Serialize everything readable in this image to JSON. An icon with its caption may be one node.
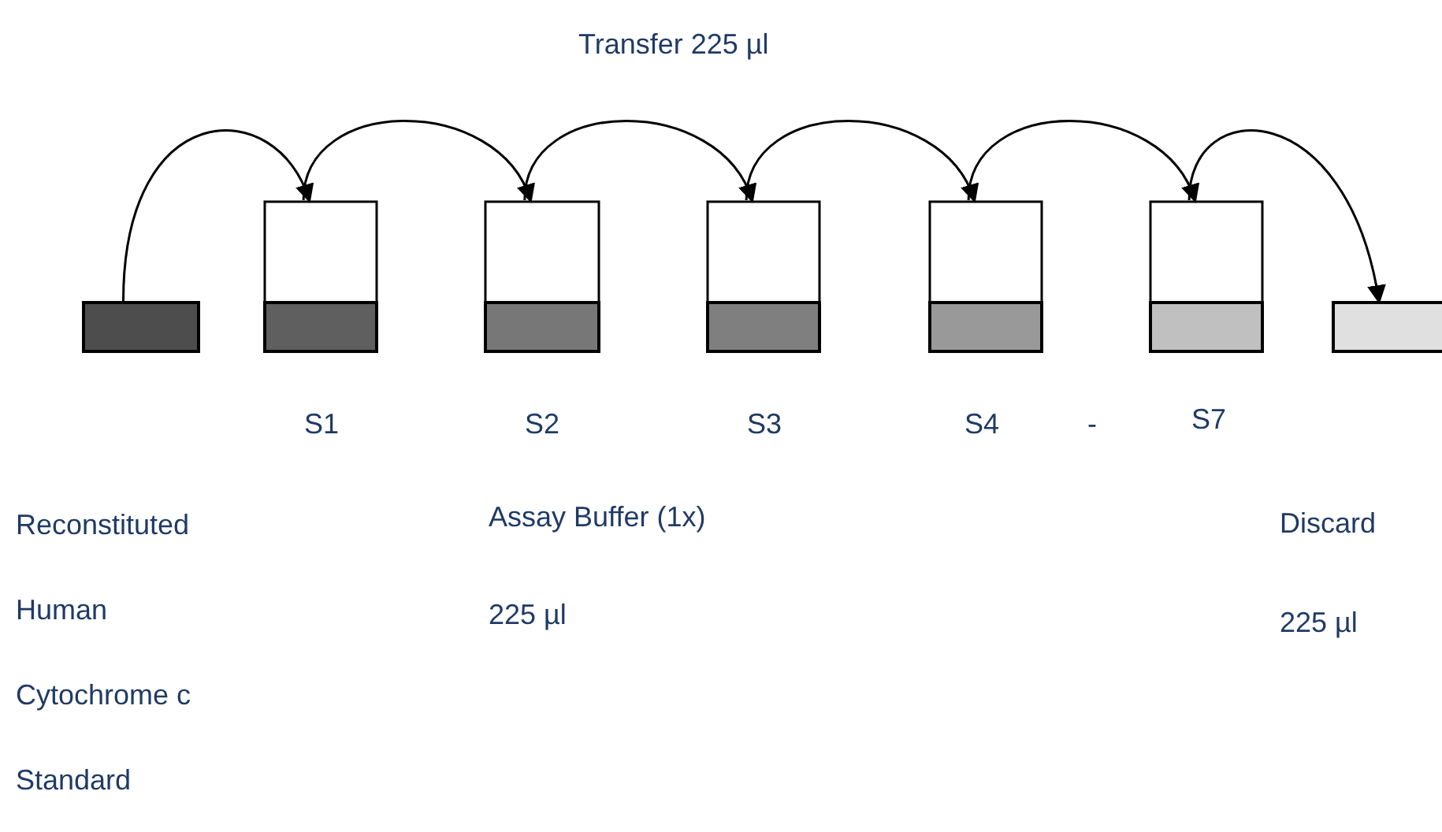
{
  "diagram": {
    "nodes": [
      {
        "text": [],
        "shape": "bar"
      },
      {
        "text": [],
        "shape": "box"
      },
      {
        "text": [],
        "shape": "box"
      },
      {
        "text": [],
        "shape": "box"
      },
      {
        "text": [],
        "shape": "box"
      },
      {
        "text": [],
        "shape": "box"
      },
      {
        "text": [],
        "shape": "bar"
      }
    ],
    "edges": [
      {
        "from": 0,
        "to": 1,
        "arrow": "to"
      },
      {
        "from": 1,
        "to": 2,
        "arrow": "to"
      },
      {
        "from": 2,
        "to": 3,
        "arrow": "to"
      },
      {
        "from": 3,
        "to": 4,
        "arrow": "to"
      },
      {
        "from": 4,
        "to": 5,
        "arrow": "to"
      },
      {
        "from": 5,
        "to": 6,
        "arrow": "to"
      }
    ],
    "labels": [
      "Transfer 225 µl",
      "S1",
      "S2",
      "S3",
      "S4",
      "-",
      "S7",
      "Reconstituted Human Cytochrome c Standard",
      "Assay Buffer (1x)",
      "225 µl",
      "Discard",
      "225 µl"
    ]
  }
}
